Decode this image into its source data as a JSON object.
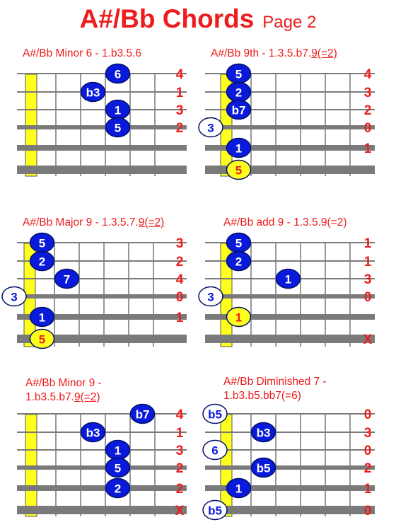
{
  "title": {
    "main": "A#/Bb  Chords",
    "sub": "Page 2"
  },
  "colors": {
    "red": "#ee1c1c",
    "blue": "#0a1adb",
    "yellow": "#ffff1e",
    "white": "#ffffff",
    "navy": "#001066"
  },
  "chords": [
    {
      "line1": [
        "A#/Bb  Minor 6 - 1.b3.5.6"
      ],
      "strings": [
        "4",
        "1",
        "3",
        "2",
        "",
        ""
      ],
      "dots": [
        {
          "fret": 4,
          "string": 0,
          "label": "6",
          "fill": "blue"
        },
        {
          "fret": 3,
          "string": 1,
          "label": "b3",
          "fill": "blue"
        },
        {
          "fret": 4,
          "string": 2,
          "label": "1",
          "fill": "blue"
        },
        {
          "fret": 4,
          "string": 3,
          "label": "5",
          "fill": "blue"
        }
      ]
    },
    {
      "line1": [
        "A#/Bb  9th - 1.3.5.b7.",
        "9(=2)"
      ],
      "strings": [
        "4",
        "3",
        "2",
        "0",
        "1",
        ""
      ],
      "dots": [
        {
          "fret": 1,
          "string": 0,
          "label": "5",
          "fill": "blue"
        },
        {
          "fret": 1,
          "string": 1,
          "label": "2",
          "fill": "blue"
        },
        {
          "fret": 1,
          "string": 2,
          "label": "b7",
          "fill": "blue"
        },
        {
          "fret": 0,
          "string": 3,
          "label": "3",
          "fill": "white"
        },
        {
          "fret": 1,
          "string": 4,
          "label": "1",
          "fill": "blue"
        },
        {
          "fret": 1,
          "string": 5,
          "label": "5",
          "fill": "yellow"
        }
      ]
    },
    {
      "line1": [
        "A#/Bb  Major 9 - 1.3.5.7.",
        "9(=2)"
      ],
      "strings": [
        "3",
        "2",
        "4",
        "0",
        "1",
        ""
      ],
      "dots": [
        {
          "fret": 1,
          "string": 0,
          "label": "5",
          "fill": "blue"
        },
        {
          "fret": 1,
          "string": 1,
          "label": "2",
          "fill": "blue"
        },
        {
          "fret": 2,
          "string": 2,
          "label": "7",
          "fill": "blue"
        },
        {
          "fret": 0,
          "string": 3,
          "label": "3",
          "fill": "white"
        },
        {
          "fret": 1,
          "string": 4,
          "label": "1",
          "fill": "blue"
        },
        {
          "fret": 1,
          "string": 5,
          "label": "5",
          "fill": "yellow"
        }
      ]
    },
    {
      "line1": [
        "A#/Bb  add 9 - 1.3.5.9(=2)"
      ],
      "strings": [
        "1",
        "1",
        "3",
        "0",
        "",
        "X"
      ],
      "dots": [
        {
          "fret": 1,
          "string": 0,
          "label": "5",
          "fill": "blue"
        },
        {
          "fret": 1,
          "string": 1,
          "label": "2",
          "fill": "blue"
        },
        {
          "fret": 3,
          "string": 2,
          "label": "1",
          "fill": "blue"
        },
        {
          "fret": 0,
          "string": 3,
          "label": "3",
          "fill": "white"
        },
        {
          "fret": 1,
          "string": 4,
          "label": "1",
          "fill": "yellow"
        }
      ]
    },
    {
      "line1": [
        "A#/Bb  Minor 9 -"
      ],
      "line2": [
        "1.b3.5.b7.",
        "9(=2)"
      ],
      "strings": [
        "4",
        "1",
        "3",
        "2",
        "2",
        "X"
      ],
      "dots": [
        {
          "fret": 5,
          "string": 0,
          "label": "b7",
          "fill": "blue"
        },
        {
          "fret": 3,
          "string": 1,
          "label": "b3",
          "fill": "blue"
        },
        {
          "fret": 4,
          "string": 2,
          "label": "1",
          "fill": "blue"
        },
        {
          "fret": 4,
          "string": 3,
          "label": "5",
          "fill": "blue"
        },
        {
          "fret": 4,
          "string": 4,
          "label": "2",
          "fill": "blue"
        }
      ]
    },
    {
      "line1": [
        "A#/Bb  Diminished 7 -"
      ],
      "line2": [
        "1.b3.b5.bb7(=6)"
      ],
      "strings": [
        "0",
        "3",
        "0",
        "2",
        "1",
        "0"
      ],
      "dots": [
        {
          "fret": 0,
          "string": 0,
          "label": "b5",
          "fill": "white"
        },
        {
          "fret": 2,
          "string": 1,
          "label": "b3",
          "fill": "blue"
        },
        {
          "fret": 0,
          "string": 2,
          "label": "6",
          "fill": "white"
        },
        {
          "fret": 2,
          "string": 3,
          "label": "b5",
          "fill": "blue"
        },
        {
          "fret": 1,
          "string": 4,
          "label": "1",
          "fill": "blue"
        },
        {
          "fret": 0,
          "string": 5,
          "label": "b5",
          "fill": "white"
        }
      ]
    }
  ]
}
